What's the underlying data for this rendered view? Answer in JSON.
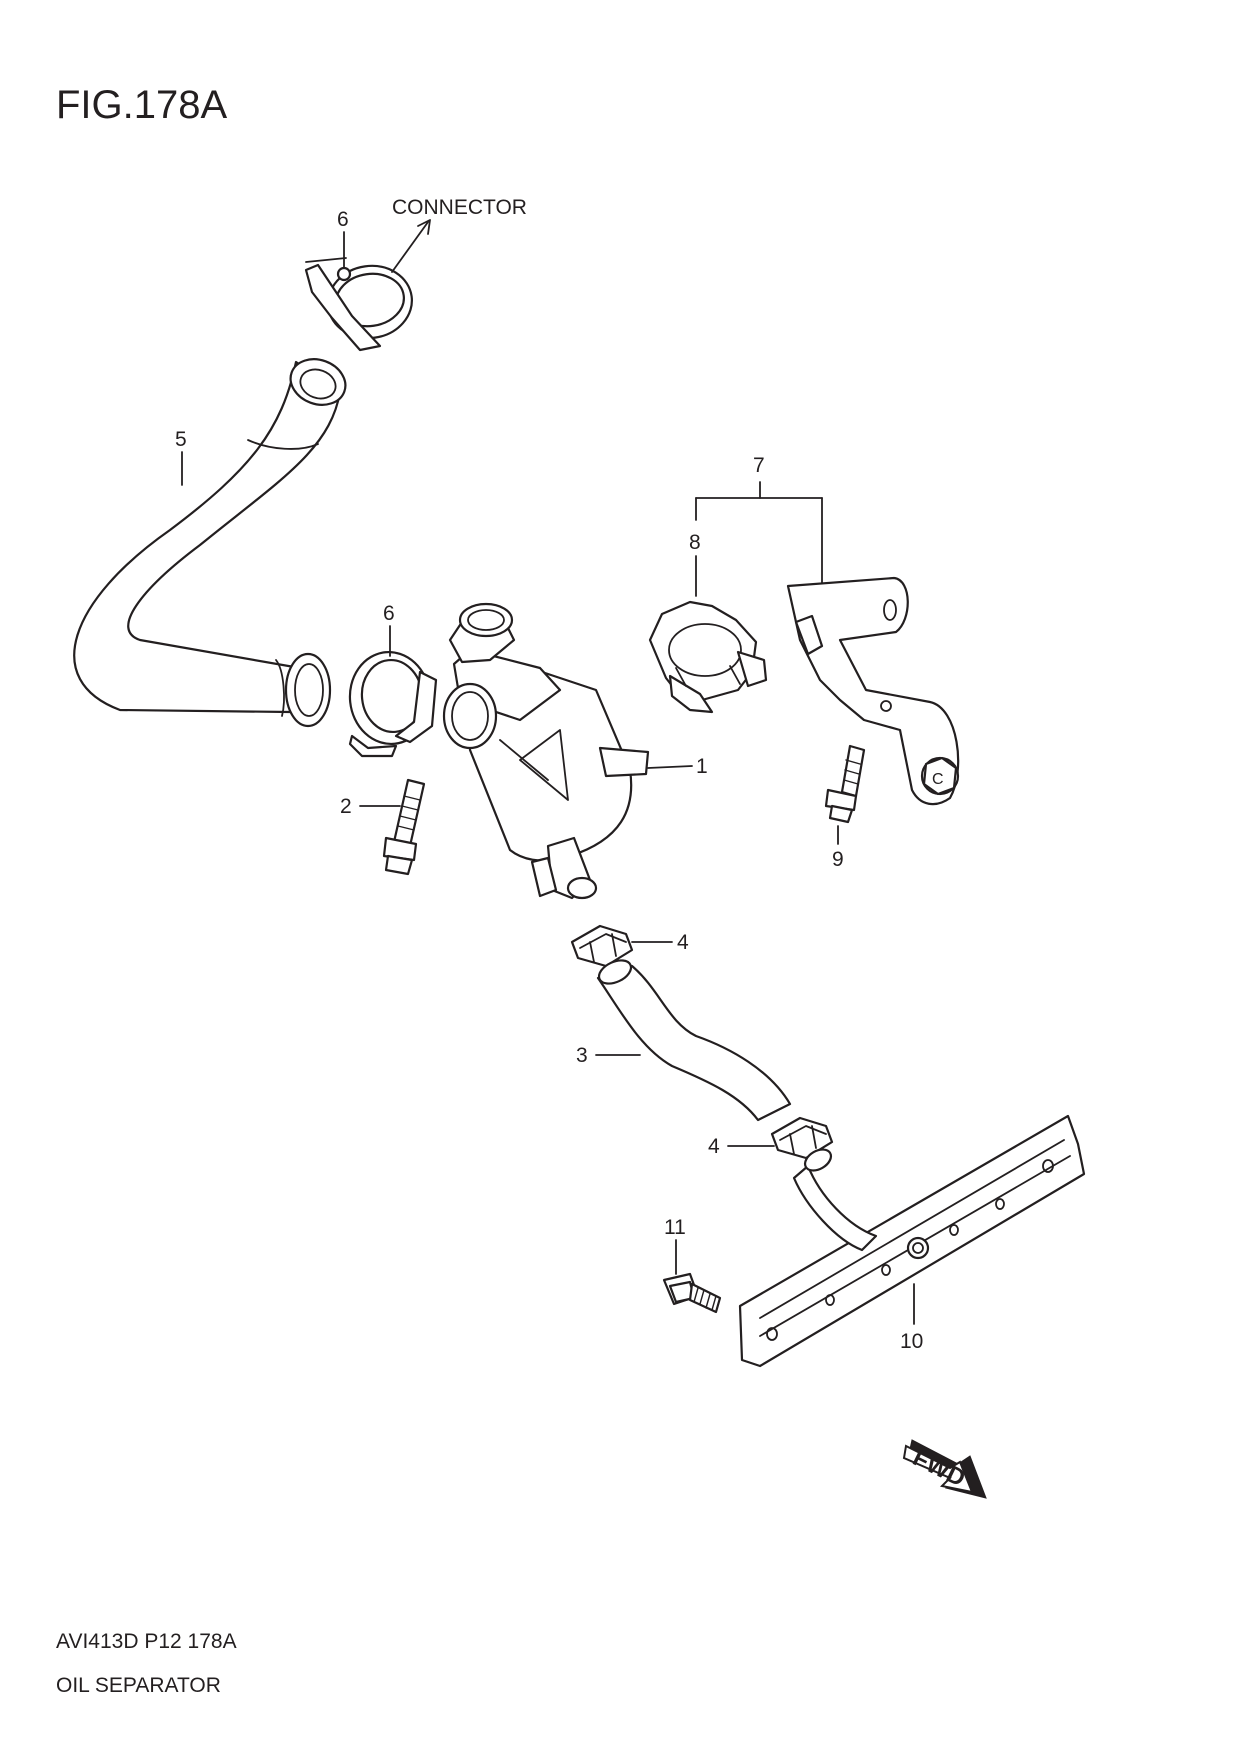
{
  "figure_title": "FIG.178A",
  "callouts": {
    "connector": "CONNECTOR",
    "p1": "1",
    "p2": "2",
    "p3": "3",
    "p4a": "4",
    "p4b": "4",
    "p5": "5",
    "p6a": "6",
    "p6b": "6",
    "p7": "7",
    "p8": "8",
    "p9": "9",
    "p10": "10",
    "p11": "11"
  },
  "fwd_badge": "FWD",
  "footer": {
    "code": "AVI413D P12 178A",
    "name": "OIL SEPARATOR"
  },
  "colors": {
    "ink": "#231f20",
    "paper": "#ffffff"
  }
}
